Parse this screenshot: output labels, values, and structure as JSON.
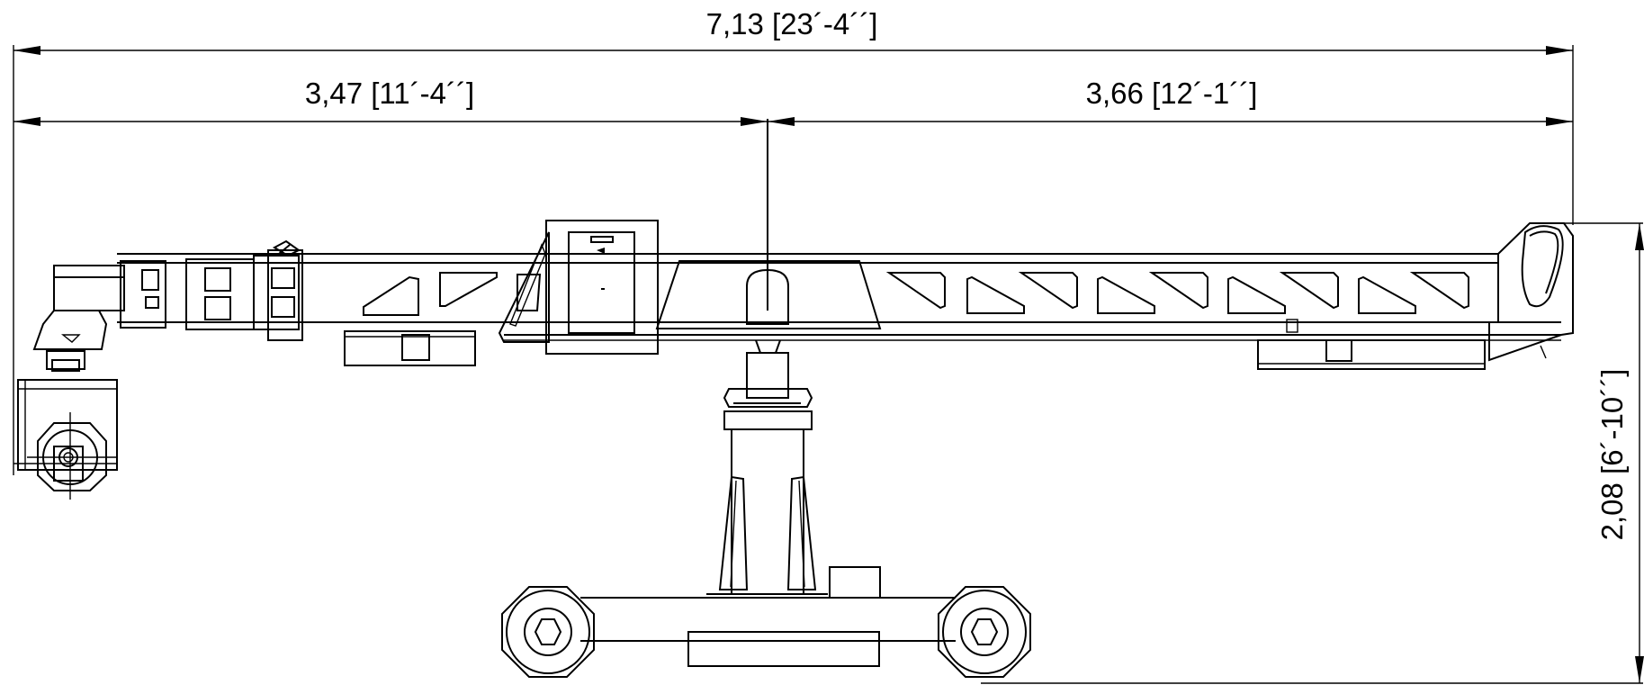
{
  "drawing": {
    "dimensions": {
      "total_length": "7,13 [23´-4´´]",
      "left_arm_length": "3,47 [11´-4´´]",
      "right_arm_length": "3,66 [12´-1´´]",
      "height": "2,08 [6´-10´´]"
    },
    "colors": {
      "line": "#000000",
      "background": "#ffffff"
    }
  }
}
